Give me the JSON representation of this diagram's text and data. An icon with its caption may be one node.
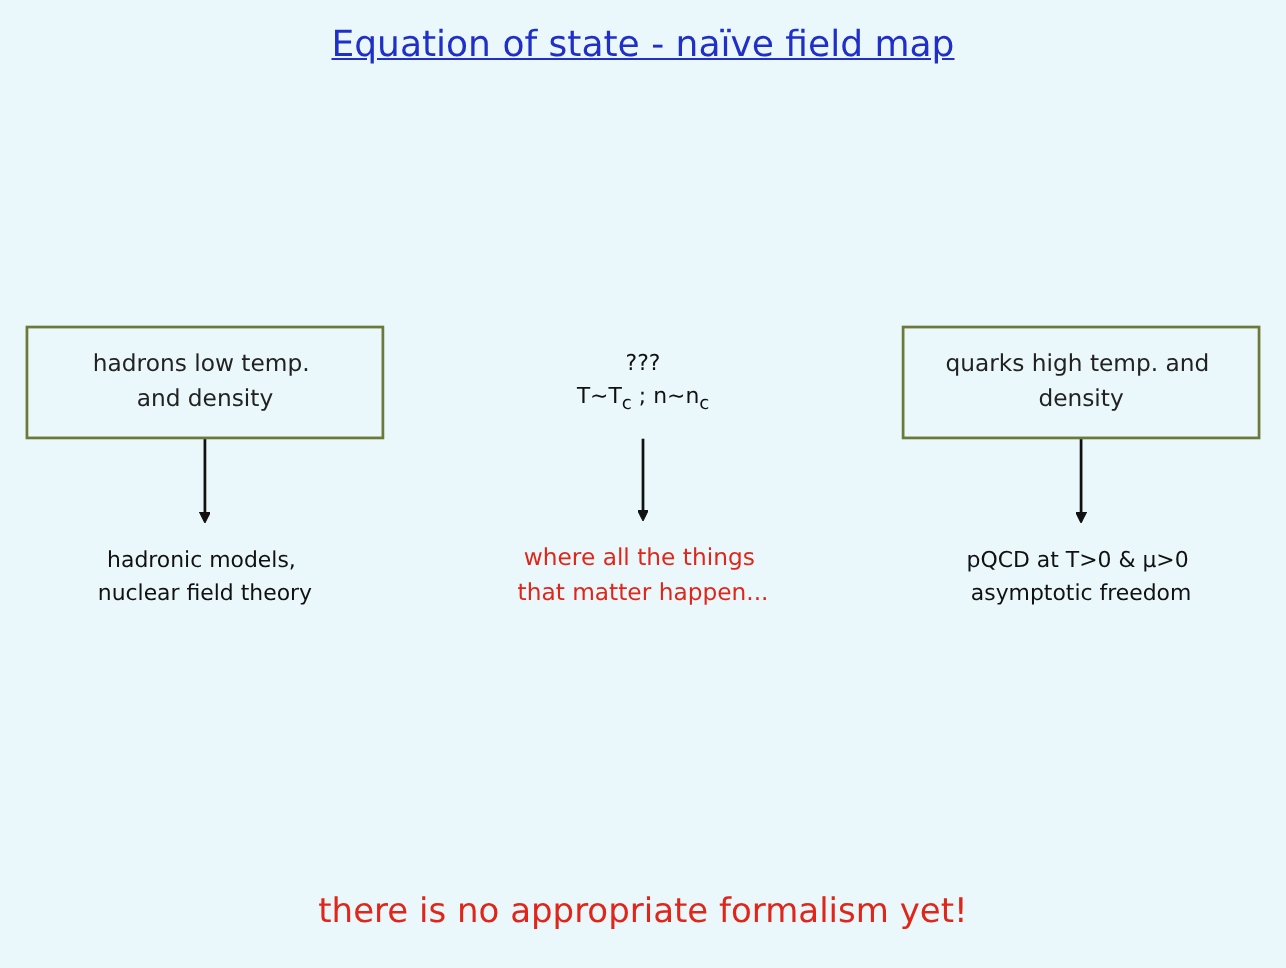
{
  "diagram": {
    "title": "Equation of state - naïve field map",
    "nodes": [
      {
        "text": [
          "hadrons low temp. and density"
        ]
      },
      {
        "text": [
          "???",
          "T~T$_{c}$ ; n~n$_{c}$"
        ]
      },
      {
        "text": [
          "quarks high temp. and density"
        ]
      },
      {
        "text": [
          "hadronic models, nuclear field theory"
        ]
      },
      {
        "text": [
          "pQCD at T>0 & μ>0 asymptotic freedom"
        ]
      },
      {
        "text": [
          "where all the things that matter happen..."
        ]
      }
    ],
    "edges": [
      {
        "from": 0,
        "to": 3,
        "arrow": "to"
      },
      {
        "from": 1,
        "to": 5,
        "arrow": "to"
      },
      {
        "from": 2,
        "to": 4,
        "arrow": "to"
      }
    ],
    "labels": [
      "there is no appropriate formalism yet!"
    ]
  }
}
